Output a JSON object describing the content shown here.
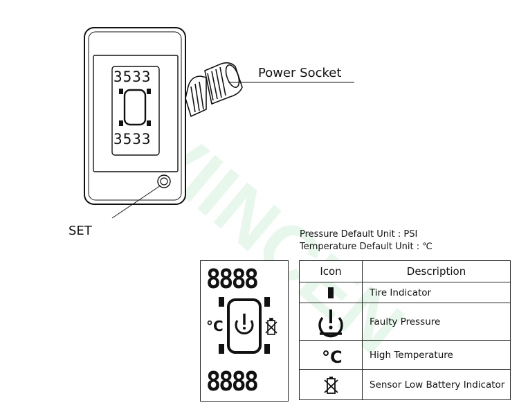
{
  "device": {
    "screen_top_value": "3533",
    "screen_bottom_value": "3533"
  },
  "callouts": {
    "power_socket": "Power Socket",
    "set": "SET"
  },
  "units": {
    "pressure": "Pressure Default Unit : PSI",
    "temperature": "Temperature Default Unit : ℃"
  },
  "display": {
    "top_digits": "8888",
    "bottom_digits": "8888"
  },
  "legend": {
    "header_icon": "Icon",
    "header_description": "Description",
    "rows": [
      {
        "icon": "tire-block-icon",
        "description": "Tire Indicator"
      },
      {
        "icon": "faulty-pressure-icon",
        "description": "Faulty Pressure"
      },
      {
        "icon": "celsius-icon",
        "description": "High Temperature"
      },
      {
        "icon": "low-battery-icon",
        "description": "Sensor Low Battery Indicator"
      }
    ]
  },
  "watermark": "VIINCEN",
  "colors": {
    "line": "#111111",
    "watermark": "#c9ecd2"
  }
}
